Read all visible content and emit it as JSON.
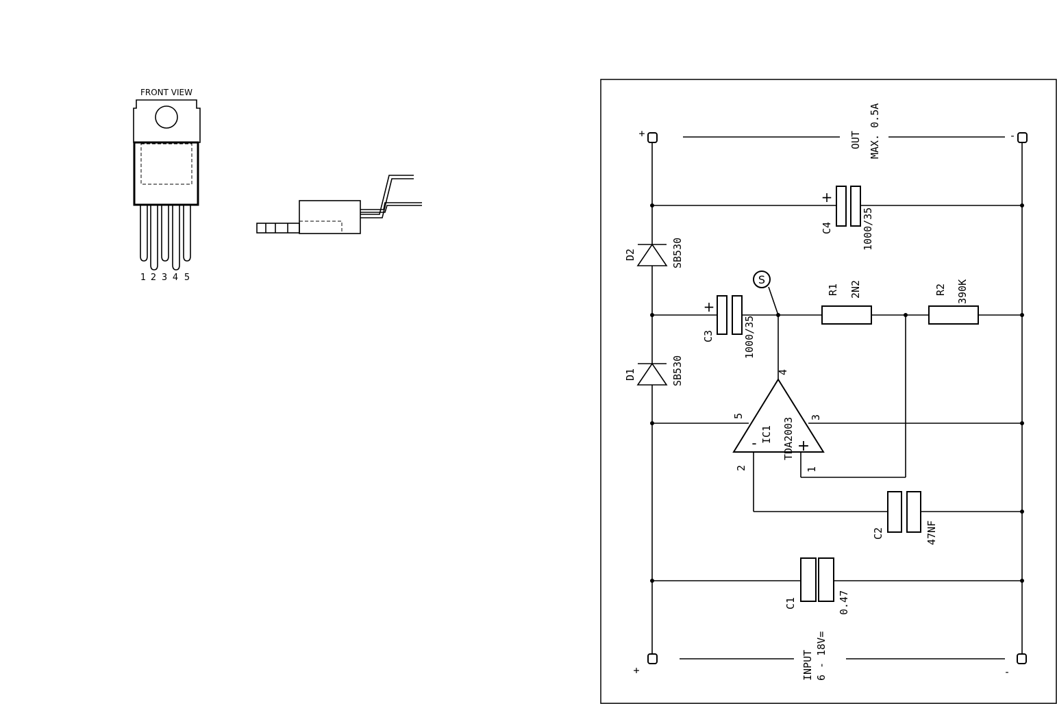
{
  "package": {
    "front_view_label": "FRONT VIEW",
    "pins": [
      "1",
      "2",
      "3",
      "4",
      "5"
    ]
  },
  "schematic": {
    "output": {
      "plus": "+",
      "minus": "-",
      "label": "OUT",
      "rating": "MAX. 0.5A"
    },
    "input": {
      "plus": "+",
      "minus": "-",
      "label": "INPUT",
      "rating": "6 - 18V="
    },
    "components": {
      "c4": {
        "ref": "C4",
        "value": "1000/35",
        "polarity": "+"
      },
      "c3": {
        "ref": "C3",
        "value": "1000/35",
        "polarity": "+"
      },
      "c2": {
        "ref": "C2",
        "value": "47NF"
      },
      "c1": {
        "ref": "C1",
        "value": "0.47"
      },
      "d1": {
        "ref": "D1",
        "value": "SB530"
      },
      "d2": {
        "ref": "D2",
        "value": "SB530"
      },
      "r1": {
        "ref": "R1",
        "value": "2N2"
      },
      "r2": {
        "ref": "R2",
        "value": "390K"
      },
      "ic1": {
        "ref": "IC1",
        "value": "TDA2003",
        "plus": "+",
        "minus": "-"
      }
    },
    "ic_pins": {
      "p1": "1",
      "p2": "2",
      "p3": "3",
      "p4": "4",
      "p5": "5"
    },
    "test_point": "S"
  }
}
